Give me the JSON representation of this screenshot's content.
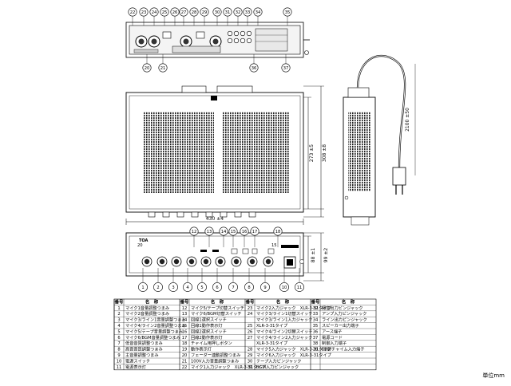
{
  "top_callouts": [
    "22",
    "23",
    "24",
    "25",
    "26",
    "27",
    "28",
    "29",
    "30",
    "31",
    "32",
    "33",
    "34",
    "35"
  ],
  "top_callouts_lower": [
    "20",
    "21",
    "36",
    "37"
  ],
  "front_callouts": [
    "1",
    "2",
    "3",
    "4",
    "5",
    "6",
    "7",
    "8",
    "9",
    "10",
    "11"
  ],
  "front_callouts_top": [
    "12",
    "13",
    "14",
    "15",
    "16",
    "17",
    "18"
  ],
  "front_labels": [
    "20",
    "15"
  ],
  "brand": "TOA",
  "dims": {
    "width": "430 ±4",
    "depth_inner": "273 ±5",
    "depth_outer": "308 ±8",
    "height_inner": "88 ±1",
    "height_outer": "99 ±2",
    "cord": "2100 ±50"
  },
  "table": {
    "col_no": "番号",
    "col_name": "名　称",
    "groups": [
      [
        {
          "no": "1",
          "name": "マイク1音量調整つまみ"
        },
        {
          "no": "2",
          "name": "マイク2音量調整つまみ"
        },
        {
          "no": "3",
          "name": "マイク3/ライン1音量調整つまみ"
        },
        {
          "no": "4",
          "name": "マイク4/ライン2音量調整つまみ"
        },
        {
          "no": "5",
          "name": "マイク5/テープ音量調整つまみ"
        },
        {
          "no": "6",
          "name": "マイク6/BGM音量調整つまみ"
        },
        {
          "no": "7",
          "name": "低音音質調整つまみ"
        },
        {
          "no": "8",
          "name": "高音音質調整つまみ"
        },
        {
          "no": "9",
          "name": "主音量調整つまみ"
        },
        {
          "no": "10",
          "name": "電源スイッチ"
        },
        {
          "no": "11",
          "name": "電源表示灯"
        }
      ],
      [
        {
          "no": "12",
          "name": "マイク5/テープ切替スイッチ"
        },
        {
          "no": "13",
          "name": "マイク6/BGM切替スイッチ"
        },
        {
          "no": "14",
          "name": "回線1選択スイッチ"
        },
        {
          "no": "15",
          "name": "回線1動作表示灯"
        },
        {
          "no": "16",
          "name": "回線2選択スイッチ"
        },
        {
          "no": "17",
          "name": "回線2動作表示灯"
        },
        {
          "no": "18",
          "name": "チャイム用押しボタン"
        },
        {
          "no": "19",
          "name": "動作表示灯"
        },
        {
          "no": "20",
          "name": "フェーダー連動調整つまみ"
        },
        {
          "no": "21",
          "name": "100V入力音量調整つまみ"
        },
        {
          "no": "22",
          "name": "マイク1入力ジャック　XLR-3-31タイプ"
        }
      ],
      [
        {
          "no": "23",
          "name": "マイク2入力ジャック　XLR-3-31タイプ"
        },
        {
          "no": "24",
          "name": "マイク3/ライン1切替スイッチ"
        },
        {
          "no": "",
          "name": "マイク3/ライン1入力ジャック"
        },
        {
          "no": "25",
          "name": "XLR-3-31タイプ"
        },
        {
          "no": "26",
          "name": "マイク4/ライン2切替スイッチ"
        },
        {
          "no": "27",
          "name": "マイク4/ライン2入力ジャック"
        },
        {
          "no": "",
          "name": "XLR-3-31タイプ"
        },
        {
          "no": "28",
          "name": "マイク5入力ジャック　XLR-3-31タイプ"
        },
        {
          "no": "29",
          "name": "マイク6入力ジャック　XLR-3-31タイプ"
        },
        {
          "no": "30",
          "name": "テープ入力ピンジャック"
        },
        {
          "no": "31",
          "name": "BGM入力ピンジャック"
        }
      ],
      [
        {
          "no": "32",
          "name": "録音出力ピンジャック"
        },
        {
          "no": "33",
          "name": "アンプ入力ピンジャック"
        },
        {
          "no": "34",
          "name": "ライン出力ピンジャック"
        },
        {
          "no": "35",
          "name": "スピーカー出力端子"
        },
        {
          "no": "36",
          "name": "アース端子"
        },
        {
          "no": "37",
          "name": "電源コード"
        },
        {
          "no": "38",
          "name": "制御入力端子"
        },
        {
          "no": "39",
          "name": "回線/チャイム入力端子"
        },
        {
          "no": "",
          "": "",
          "name": ""
        },
        {
          "no": "",
          "name": ""
        },
        {
          "no": "",
          "name": ""
        }
      ]
    ]
  },
  "unit_label": "単位mm"
}
